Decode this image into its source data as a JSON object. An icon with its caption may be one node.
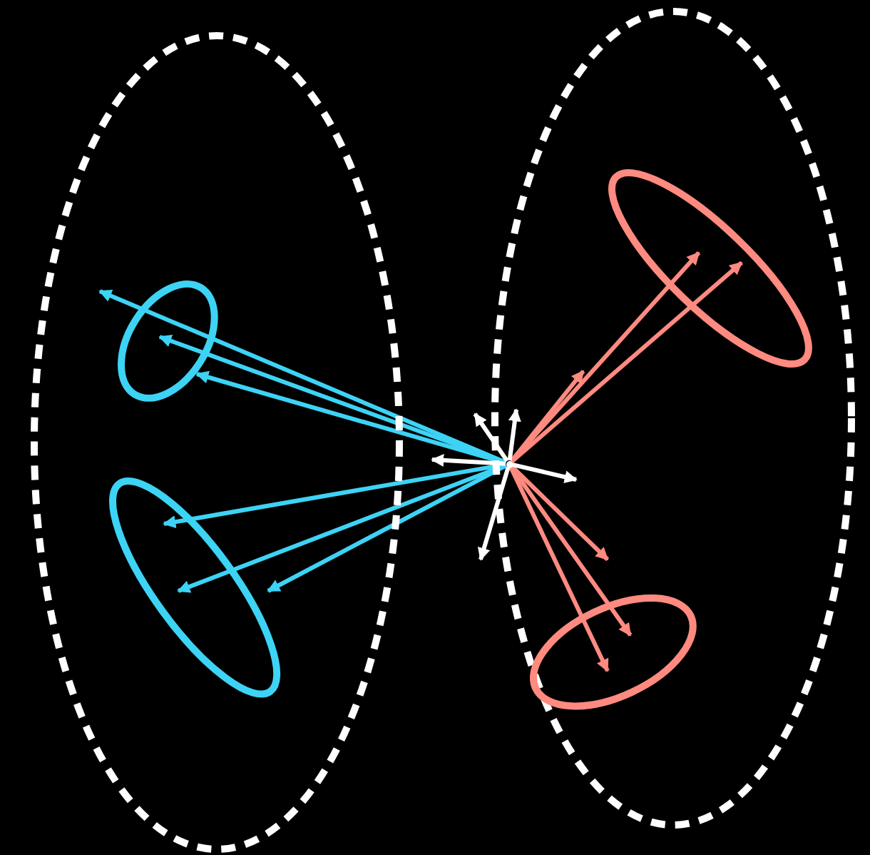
{
  "diagram": {
    "nodes": [
      {
        "text": [],
        "shape": "ellipse"
      },
      {
        "text": [],
        "shape": "ellipse"
      },
      {
        "text": [],
        "shape": "ellipse",
        "in": 0
      },
      {
        "text": [],
        "shape": "ellipse",
        "in": 0
      },
      {
        "text": [],
        "shape": "ellipse",
        "in": 1
      },
      {
        "text": [],
        "shape": "ellipse",
        "in": 1
      },
      {
        "text": [],
        "shape": "point",
        "in": 1
      }
    ],
    "edges": [
      {
        "from": 6,
        "to": null,
        "arrow": "to",
        "color": "#3dd3f5"
      },
      {
        "from": 6,
        "to": 2,
        "arrow": "to",
        "color": "#3dd3f5"
      },
      {
        "from": 6,
        "to": 2,
        "arrow": "to",
        "color": "#3dd3f5"
      },
      {
        "from": 6,
        "to": 3,
        "arrow": "to",
        "color": "#3dd3f5"
      },
      {
        "from": 6,
        "to": 3,
        "arrow": "to",
        "color": "#3dd3f5"
      },
      {
        "from": 6,
        "to": 3,
        "arrow": "to",
        "color": "#3dd3f5"
      },
      {
        "from": 6,
        "to": null,
        "arrow": "to",
        "color": "#ff8a80"
      },
      {
        "from": 6,
        "to": 4,
        "arrow": "to",
        "color": "#ff8a80"
      },
      {
        "from": 6,
        "to": 4,
        "arrow": "to",
        "color": "#ff8a80"
      },
      {
        "from": 6,
        "to": null,
        "arrow": "to",
        "color": "#ff8a80"
      },
      {
        "from": 6,
        "to": 5,
        "arrow": "to",
        "color": "#ff8a80"
      },
      {
        "from": 6,
        "to": 5,
        "arrow": "to",
        "color": "#ff8a80"
      },
      {
        "from": 6,
        "to": 0,
        "arrow": "to",
        "color": "#ffffff"
      },
      {
        "from": 6,
        "to": 1,
        "arrow": "to",
        "color": "#ffffff"
      },
      {
        "from": 6,
        "to": 1,
        "arrow": "to",
        "color": "#ffffff"
      },
      {
        "from": 6,
        "to": null,
        "arrow": "to",
        "color": "#ffffff"
      },
      {
        "from": 6,
        "to": 1,
        "arrow": "to",
        "color": "#ffffff"
      }
    ]
  }
}
